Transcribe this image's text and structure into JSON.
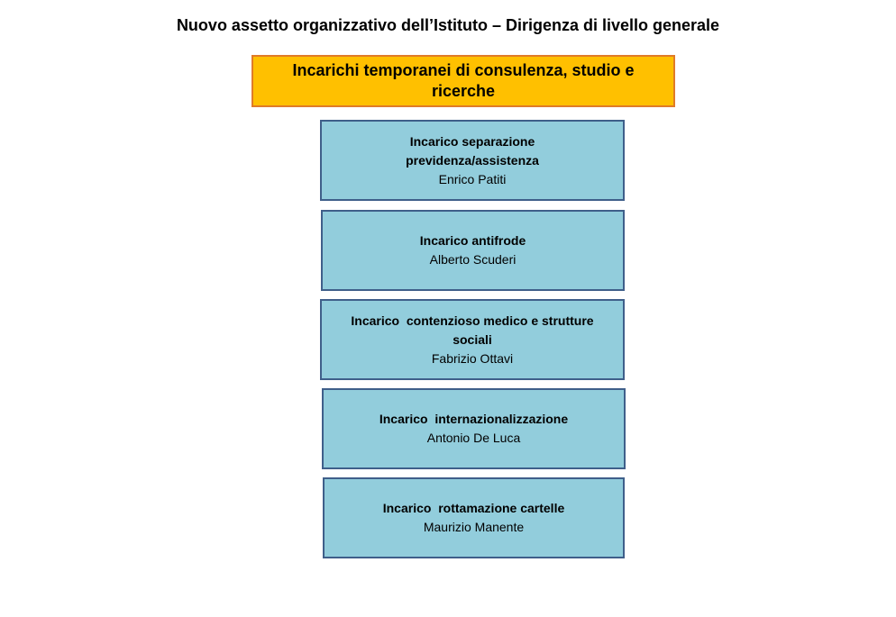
{
  "page": {
    "title": "Nuovo assetto organizzativo dell’Istituto – Dirigenza di livello generale"
  },
  "header": {
    "label": "Incarichi temporanei di consulenza, studio e ricerche",
    "fill_color": "#ffc000",
    "border_color": "#e07b28"
  },
  "cards": [
    {
      "title": "Incarico separazione previdenza/assistenza",
      "name": "Enrico Patiti"
    },
    {
      "title": "Incarico antifrode",
      "name": "Alberto Scuderi"
    },
    {
      "title": "Incarico  contenzioso medico e strutture sociali",
      "name": "Fabrizio Ottavi"
    },
    {
      "title": "Incarico  internazionalizzazione",
      "name": "Antonio De Luca"
    },
    {
      "title": "Incarico  rottamazione cartelle",
      "name": "Maurizio Manente"
    }
  ],
  "card_style": {
    "fill_color": "#92cddc",
    "border_color": "#3f5f8a"
  }
}
